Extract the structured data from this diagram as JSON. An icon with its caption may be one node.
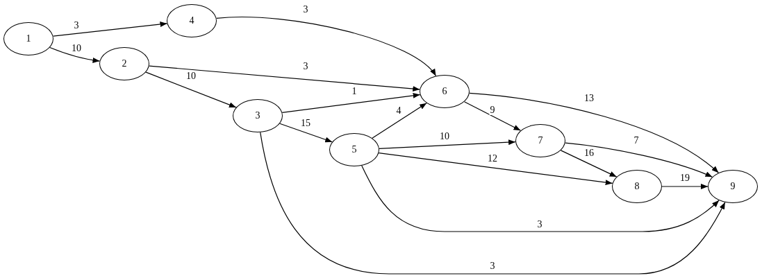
{
  "diagram": {
    "nodes": [
      {
        "text": [
          "1"
        ]
      },
      {
        "text": [
          "2"
        ]
      },
      {
        "text": [
          "3"
        ]
      },
      {
        "text": [
          "4"
        ]
      },
      {
        "text": [
          "5"
        ]
      },
      {
        "text": [
          "6"
        ]
      },
      {
        "text": [
          "7"
        ]
      },
      {
        "text": [
          "8"
        ]
      },
      {
        "text": [
          "9"
        ]
      }
    ],
    "edges": [
      {
        "from": 0,
        "to": 3,
        "arrow": "to",
        "label": "3"
      },
      {
        "from": 0,
        "to": 1,
        "arrow": "to",
        "label": "10"
      },
      {
        "from": 3,
        "to": 5,
        "arrow": "to",
        "label": "3"
      },
      {
        "from": 1,
        "to": 5,
        "arrow": "to",
        "label": "3"
      },
      {
        "from": 1,
        "to": 2,
        "arrow": "to",
        "label": "10"
      },
      {
        "from": 2,
        "to": 5,
        "arrow": "to",
        "label": "1"
      },
      {
        "from": 2,
        "to": 4,
        "arrow": "to",
        "label": "15"
      },
      {
        "from": 2,
        "to": 8,
        "arrow": "to",
        "label": "3"
      },
      {
        "from": 4,
        "to": 5,
        "arrow": "to",
        "label": "4"
      },
      {
        "from": 4,
        "to": 6,
        "arrow": "to",
        "label": "10"
      },
      {
        "from": 4,
        "to": 7,
        "arrow": "to",
        "label": "12"
      },
      {
        "from": 4,
        "to": 8,
        "arrow": "to",
        "label": "3"
      },
      {
        "from": 5,
        "to": 6,
        "arrow": "to",
        "label": "9"
      },
      {
        "from": 5,
        "to": 8,
        "arrow": "to",
        "label": "13"
      },
      {
        "from": 6,
        "to": 8,
        "arrow": "to",
        "label": "7"
      },
      {
        "from": 6,
        "to": 7,
        "arrow": "to",
        "label": "16"
      },
      {
        "from": 7,
        "to": 8,
        "arrow": "to",
        "label": "19"
      }
    ]
  }
}
